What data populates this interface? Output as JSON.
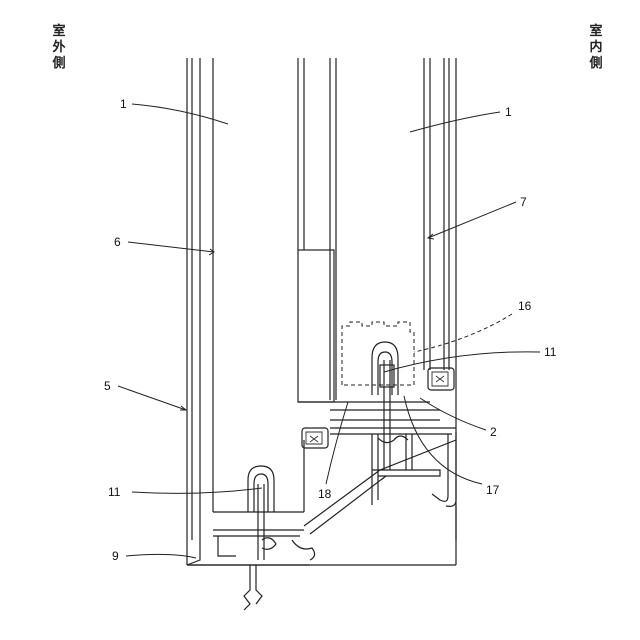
{
  "side_labels": {
    "outdoor": "室外側",
    "indoor": "室内側"
  },
  "reference_numerals": {
    "glass_outer": "1",
    "glass_inner": "1",
    "frame_outer": "6",
    "frame_inner": "7",
    "sash": "5",
    "dashed_part": "16",
    "seal_upper": "11",
    "seal_lower": "11",
    "member_2": "2",
    "member_18": "18",
    "member_17": "17",
    "rail": "9"
  }
}
